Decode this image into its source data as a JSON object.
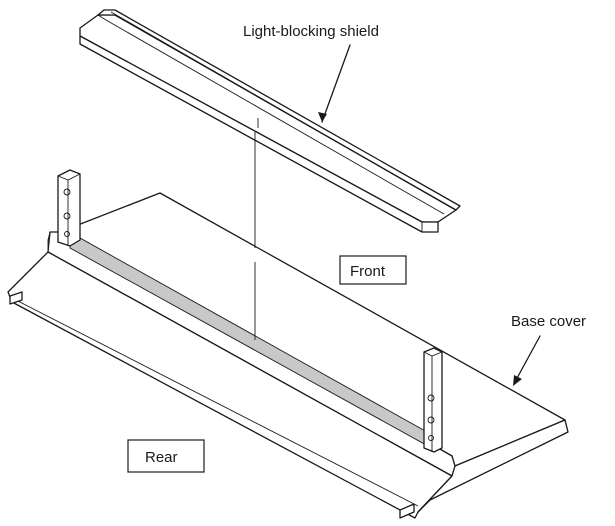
{
  "labels": {
    "shield": "Light-blocking shield",
    "front": "Front",
    "base_cover": "Base cover",
    "rear": "Rear"
  },
  "colors": {
    "line": "#1a1a1a",
    "strip": "#c8c8c8",
    "background": "#ffffff"
  }
}
